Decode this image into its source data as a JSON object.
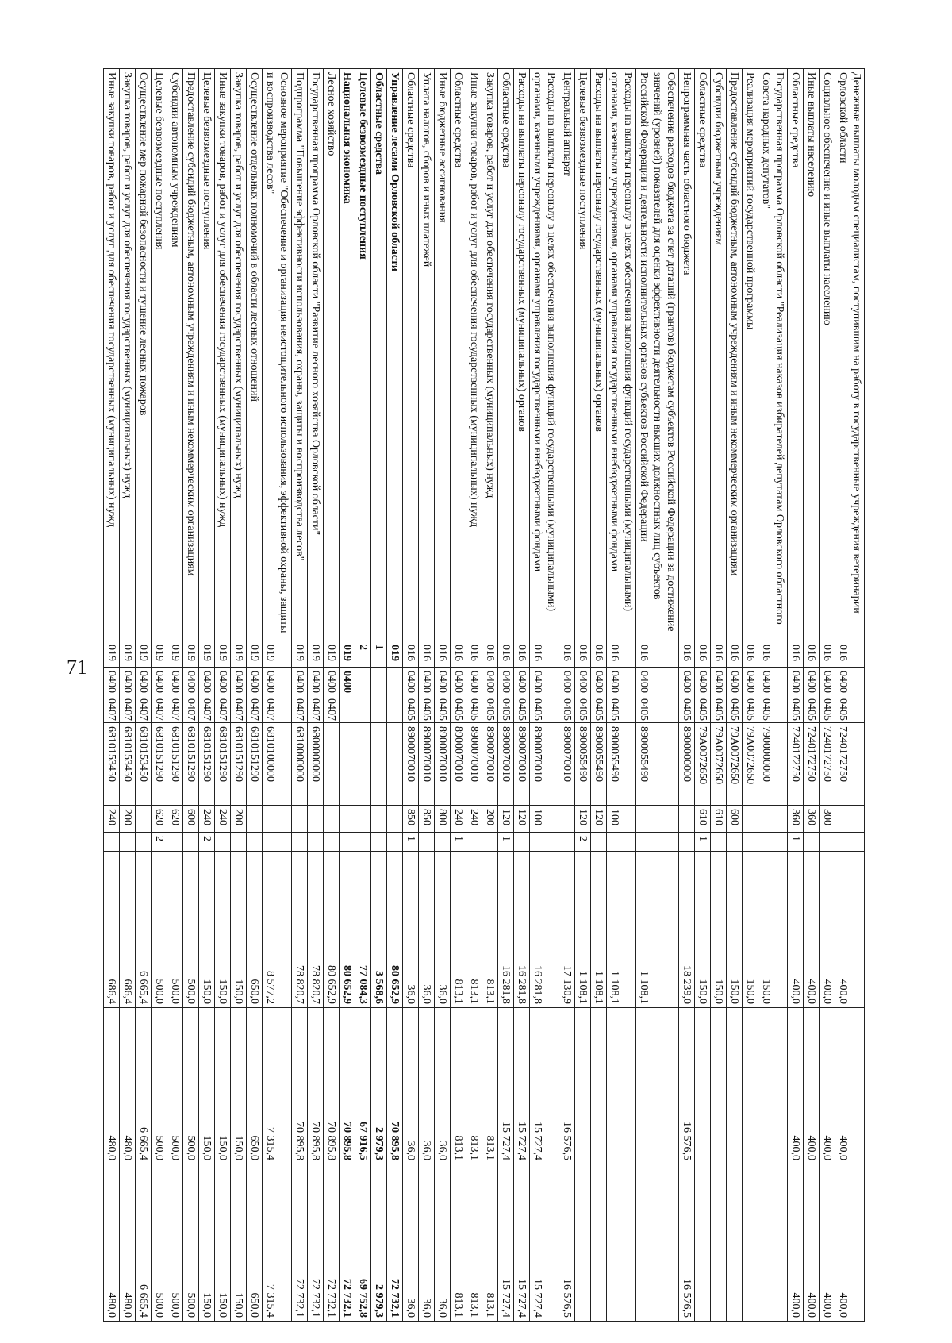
{
  "page_number": "71",
  "columns": [
    "name",
    "ministry",
    "section",
    "subsection",
    "target",
    "type",
    "source",
    "year1",
    "year2",
    "year3"
  ],
  "rows": [
    {
      "name": "Денежные выплаты молодым специалистам, поступившим на работу в государственные учреждения ветеринарии Орловской области",
      "ministry": "016",
      "section": "0400",
      "subsection": "0405",
      "target": "7240172750",
      "type": "",
      "source": "",
      "year1": "400,0",
      "year2": "400,0",
      "year3": "400,0",
      "bold": false
    },
    {
      "name": "Социальное обеспечение и иные выплаты населению",
      "ministry": "016",
      "section": "0400",
      "subsection": "0405",
      "target": "7240172750",
      "type": "300",
      "source": "",
      "year1": "400,0",
      "year2": "400,0",
      "year3": "400,0",
      "bold": false
    },
    {
      "name": "Иные выплаты населению",
      "ministry": "016",
      "section": "0400",
      "subsection": "0405",
      "target": "7240172750",
      "type": "360",
      "source": "",
      "year1": "400,0",
      "year2": "400,0",
      "year3": "400,0",
      "bold": false
    },
    {
      "name": "Областные средства",
      "ministry": "016",
      "section": "0400",
      "subsection": "0405",
      "target": "7240172750",
      "type": "360",
      "source": "1",
      "year1": "400,0",
      "year2": "400,0",
      "year3": "400,0",
      "bold": false
    },
    {
      "name": "Государственная программа Орловской области \"Реализация наказов избирателей депутатам Орловского областного Совета народных депутатов\"",
      "ministry": "016",
      "section": "0400",
      "subsection": "0405",
      "target": "7900000000",
      "type": "",
      "source": "",
      "year1": "150,0",
      "year2": "",
      "year3": "",
      "bold": false
    },
    {
      "name": "Реализация мероприятий государственной программы",
      "ministry": "016",
      "section": "0400",
      "subsection": "0405",
      "target": "79А0072650",
      "type": "",
      "source": "",
      "year1": "150,0",
      "year2": "",
      "year3": "",
      "bold": false
    },
    {
      "name": "Предоставление субсидий бюджетным, автономным учреждениям и иным некоммерческим организациям",
      "ministry": "016",
      "section": "0400",
      "subsection": "0405",
      "target": "79А0072650",
      "type": "600",
      "source": "",
      "year1": "150,0",
      "year2": "",
      "year3": "",
      "bold": false
    },
    {
      "name": "Субсидии бюджетным учреждениям",
      "ministry": "016",
      "section": "0400",
      "subsection": "0405",
      "target": "79А0072650",
      "type": "610",
      "source": "",
      "year1": "150,0",
      "year2": "",
      "year3": "",
      "bold": false
    },
    {
      "name": "Областные средства",
      "ministry": "016",
      "section": "0400",
      "subsection": "0405",
      "target": "79А0072650",
      "type": "610",
      "source": "1",
      "year1": "150,0",
      "year2": "",
      "year3": "",
      "bold": false
    },
    {
      "name": "Непрограммная часть областного бюджета",
      "ministry": "016",
      "section": "0400",
      "subsection": "0405",
      "target": "8900000000",
      "type": "",
      "source": "",
      "year1": "18 239,0",
      "year2": "16 576,5",
      "year3": "16 576,5",
      "bold": false
    },
    {
      "name": "Обеспечение расходов бюджета за счет дотаций (грантов) бюджетам субъектов Российской Федерации за достижение значений (уровней) показателей для оценки эффективности деятельности высших должностных лиц субъектов Российской Федерации и деятельности исполнительных органов субъектов Российской Федерации",
      "ministry": "016",
      "section": "0400",
      "subsection": "0405",
      "target": "8900055490",
      "type": "",
      "source": "",
      "year1": "1 108,1",
      "year2": "",
      "year3": "",
      "bold": false
    },
    {
      "name": "Расходы на выплаты персоналу в целях обеспечения выполнения функций государственными (муниципальными) органами, казенными учреждениями, органами управления государственными внебюджетными фондами",
      "ministry": "016",
      "section": "0400",
      "subsection": "0405",
      "target": "8900055490",
      "type": "100",
      "source": "",
      "year1": "1 108,1",
      "year2": "",
      "year3": "",
      "bold": false
    },
    {
      "name": "Расходы на выплаты персоналу государственных (муниципальных) органов",
      "ministry": "016",
      "section": "0400",
      "subsection": "0405",
      "target": "8900055490",
      "type": "120",
      "source": "",
      "year1": "1 108,1",
      "year2": "",
      "year3": "",
      "bold": false
    },
    {
      "name": "Целевые безвозмездные поступления",
      "ministry": "016",
      "section": "0400",
      "subsection": "0405",
      "target": "8900055490",
      "type": "120",
      "source": "2",
      "year1": "1 108,1",
      "year2": "",
      "year3": "",
      "bold": false
    },
    {
      "name": "Центральный аппарат",
      "ministry": "016",
      "section": "0400",
      "subsection": "0405",
      "target": "8900070010",
      "type": "",
      "source": "",
      "year1": "17 130,9",
      "year2": "16 576,5",
      "year3": "16 576,5",
      "bold": false
    },
    {
      "name": "Расходы на выплаты персоналу в целях обеспечения выполнения функций государственными (муниципальными) органами, казенными учреждениями, органами управления государственными внебюджетными фондами",
      "ministry": "016",
      "section": "0400",
      "subsection": "0405",
      "target": "8900070010",
      "type": "100",
      "source": "",
      "year1": "16 281,8",
      "year2": "15 727,4",
      "year3": "15 727,4",
      "bold": false
    },
    {
      "name": "Расходы на выплаты персоналу государственных (муниципальных) органов",
      "ministry": "016",
      "section": "0400",
      "subsection": "0405",
      "target": "8900070010",
      "type": "120",
      "source": "",
      "year1": "16 281,8",
      "year2": "15 727,4",
      "year3": "15 727,4",
      "bold": false
    },
    {
      "name": "Областные средства",
      "ministry": "016",
      "section": "0400",
      "subsection": "0405",
      "target": "8900070010",
      "type": "120",
      "source": "1",
      "year1": "16 281,8",
      "year2": "15 727,4",
      "year3": "15 727,4",
      "bold": false
    },
    {
      "name": "Закупка товаров, работ и услуг для обеспечения государственных (муниципальных) нужд",
      "ministry": "016",
      "section": "0400",
      "subsection": "0405",
      "target": "8900070010",
      "type": "200",
      "source": "",
      "year1": "813,1",
      "year2": "813,1",
      "year3": "813,1",
      "bold": false
    },
    {
      "name": "Иные закупки товаров, работ и услуг для обеспечения государственных (муниципальных) нужд",
      "ministry": "016",
      "section": "0400",
      "subsection": "0405",
      "target": "8900070010",
      "type": "240",
      "source": "",
      "year1": "813,1",
      "year2": "813,1",
      "year3": "813,1",
      "bold": false
    },
    {
      "name": "Областные средства",
      "ministry": "016",
      "section": "0400",
      "subsection": "0405",
      "target": "8900070010",
      "type": "240",
      "source": "1",
      "year1": "813,1",
      "year2": "813,1",
      "year3": "813,1",
      "bold": false
    },
    {
      "name": "Иные бюджетные ассигнования",
      "ministry": "016",
      "section": "0400",
      "subsection": "0405",
      "target": "8900070010",
      "type": "800",
      "source": "",
      "year1": "36,0",
      "year2": "36,0",
      "year3": "36,0",
      "bold": false
    },
    {
      "name": "Уплата налогов, сборов и иных платежей",
      "ministry": "016",
      "section": "0400",
      "subsection": "0405",
      "target": "8900070010",
      "type": "850",
      "source": "",
      "year1": "36,0",
      "year2": "36,0",
      "year3": "36,0",
      "bold": false
    },
    {
      "name": "Областные средства",
      "ministry": "016",
      "section": "0400",
      "subsection": "0405",
      "target": "8900070010",
      "type": "850",
      "source": "1",
      "year1": "36,0",
      "year2": "36,0",
      "year3": "36,0",
      "bold": false
    },
    {
      "name": "Управление лесами Орловской области",
      "ministry": "019",
      "section": "",
      "subsection": "",
      "target": "",
      "type": "",
      "source": "",
      "year1": "80 652,9",
      "year2": "70 895,8",
      "year3": "72 732,1",
      "bold": true
    },
    {
      "name": "Областные средства",
      "ministry": "1",
      "section": "",
      "subsection": "",
      "target": "",
      "type": "",
      "source": "",
      "year1": "3 568,6",
      "year2": "2 979,3",
      "year3": "2 979,3",
      "bold": true
    },
    {
      "name": "Целевые безвозмездные поступления",
      "ministry": "2",
      "section": "",
      "subsection": "",
      "target": "",
      "type": "",
      "source": "",
      "year1": "77 084,3",
      "year2": "67 916,5",
      "year3": "69 752,8",
      "bold": true
    },
    {
      "name": "Национальная экономика",
      "ministry": "019",
      "section": "0400",
      "subsection": "",
      "target": "",
      "type": "",
      "source": "",
      "year1": "80 652,9",
      "year2": "70 895,8",
      "year3": "72 732,1",
      "bold": true
    },
    {
      "name": "Лесное хозяйство",
      "ministry": "019",
      "section": "0400",
      "subsection": "0407",
      "target": "",
      "type": "",
      "source": "",
      "year1": "80 652,9",
      "year2": "70 895,8",
      "year3": "72 732,1",
      "bold": false
    },
    {
      "name": "Государственная программа Орловской области \"Развитие лесного хозяйства Орловской области\"",
      "ministry": "019",
      "section": "0400",
      "subsection": "0407",
      "target": "6800000000",
      "type": "",
      "source": "",
      "year1": "78 820,7",
      "year2": "70 895,8",
      "year3": "72 732,1",
      "bold": false
    },
    {
      "name": "Подпрограмма \"Повышение эффективности использования, охраны, защиты и воспроизводства лесов\"",
      "ministry": "019",
      "section": "0400",
      "subsection": "0407",
      "target": "6810000000",
      "type": "",
      "source": "",
      "year1": "78 820,7",
      "year2": "70 895,8",
      "year3": "72 732,1",
      "bold": false
    },
    {
      "name": "Основное мероприятие \"Обеспечение и организация неистощительного использования, эффективной охраны, защиты и воспроизводства лесов\"",
      "ministry": "019",
      "section": "0400",
      "subsection": "0407",
      "target": "6810100000",
      "type": "",
      "source": "",
      "year1": "8 577,2",
      "year2": "7 315,4",
      "year3": "7 315,4",
      "bold": false
    },
    {
      "name": "Осуществление отдельных полномочий в области лесных отношений",
      "ministry": "019",
      "section": "0400",
      "subsection": "0407",
      "target": "6810151290",
      "type": "",
      "source": "",
      "year1": "650,0",
      "year2": "650,0",
      "year3": "650,0",
      "bold": false
    },
    {
      "name": "Закупка товаров, работ и услуг для обеспечения государственных (муниципальных) нужд",
      "ministry": "019",
      "section": "0400",
      "subsection": "0407",
      "target": "6810151290",
      "type": "200",
      "source": "",
      "year1": "150,0",
      "year2": "150,0",
      "year3": "150,0",
      "bold": false
    },
    {
      "name": "Иные закупки товаров, работ и услуг для обеспечения государственных (муниципальных) нужд",
      "ministry": "019",
      "section": "0400",
      "subsection": "0407",
      "target": "6810151290",
      "type": "240",
      "source": "",
      "year1": "150,0",
      "year2": "150,0",
      "year3": "150,0",
      "bold": false
    },
    {
      "name": "Целевые безвозмездные поступления",
      "ministry": "019",
      "section": "0400",
      "subsection": "0407",
      "target": "6810151290",
      "type": "240",
      "source": "2",
      "year1": "150,0",
      "year2": "150,0",
      "year3": "150,0",
      "bold": false
    },
    {
      "name": "Предоставление субсидий бюджетным, автономным учреждениям и иным некоммерческим организациям",
      "ministry": "019",
      "section": "0400",
      "subsection": "0407",
      "target": "6810151290",
      "type": "600",
      "source": "",
      "year1": "500,0",
      "year2": "500,0",
      "year3": "500,0",
      "bold": false
    },
    {
      "name": "Субсидии автономным учреждениям",
      "ministry": "019",
      "section": "0400",
      "subsection": "0407",
      "target": "6810151290",
      "type": "620",
      "source": "",
      "year1": "500,0",
      "year2": "500,0",
      "year3": "500,0",
      "bold": false
    },
    {
      "name": "Целевые безвозмездные поступления",
      "ministry": "019",
      "section": "0400",
      "subsection": "0407",
      "target": "6810151290",
      "type": "620",
      "source": "2",
      "year1": "500,0",
      "year2": "500,0",
      "year3": "500,0",
      "bold": false
    },
    {
      "name": "Осуществление мер пожарной безопасности и тушение лесных пожаров",
      "ministry": "019",
      "section": "0400",
      "subsection": "0407",
      "target": "6810153450",
      "type": "",
      "source": "",
      "year1": "6 665,4",
      "year2": "6 665,4",
      "year3": "6 665,4",
      "bold": false
    },
    {
      "name": "Закупка товаров, работ и услуг для обеспечения государственных (муниципальных) нужд",
      "ministry": "019",
      "section": "0400",
      "subsection": "0407",
      "target": "6810153450",
      "type": "200",
      "source": "",
      "year1": "686,4",
      "year2": "480,0",
      "year3": "480,0",
      "bold": false
    },
    {
      "name": "Иные закупки товаров, работ и услуг для обеспечения государственных (муниципальных) нужд",
      "ministry": "019",
      "section": "0400",
      "subsection": "0407",
      "target": "6810153450",
      "type": "240",
      "source": "",
      "year1": "686,4",
      "year2": "480,0",
      "year3": "480,0",
      "bold": false
    }
  ]
}
